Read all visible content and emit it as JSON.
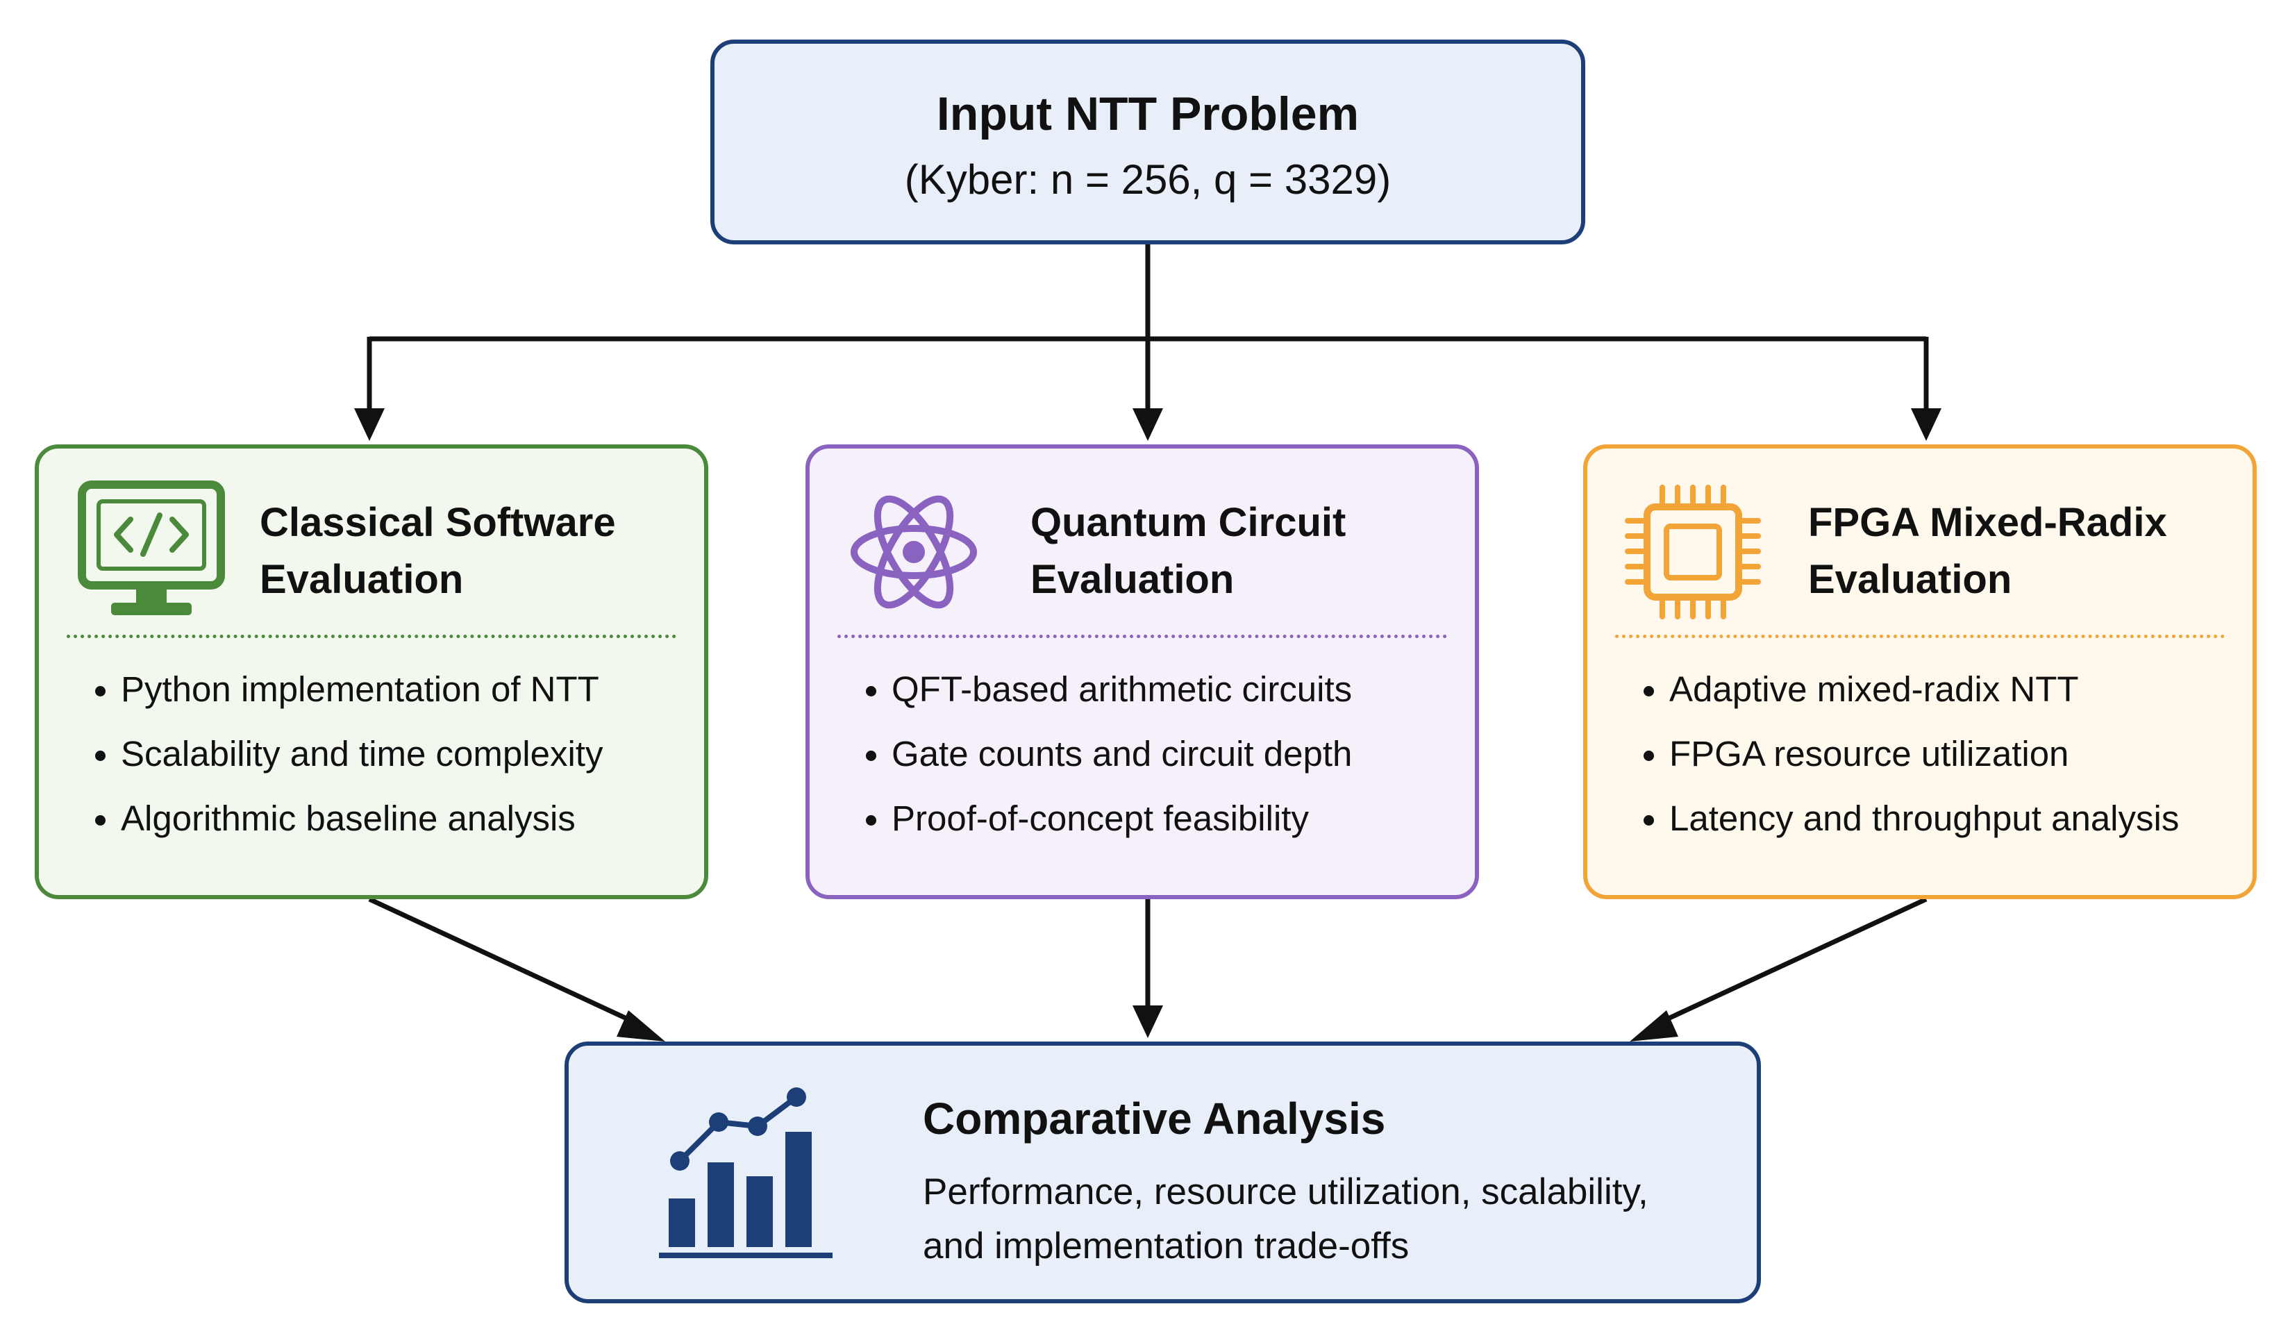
{
  "input": {
    "title": "Input NTT Problem",
    "subtitle": "(Kyber: n = 256, q = 3329)"
  },
  "cards": [
    {
      "title_lines": [
        "Classical Software",
        "Evaluation"
      ],
      "icon": "monitor-code-icon",
      "accent": "#4a8a3a",
      "items": [
        "Python implementation of NTT",
        "Scalability and time complexity",
        "Algorithmic baseline analysis"
      ]
    },
    {
      "title_lines": [
        "Quantum Circuit",
        "Evaluation"
      ],
      "icon": "atom-icon",
      "accent": "#8a62c0",
      "items": [
        "QFT-based arithmetic circuits",
        "Gate counts and circuit depth",
        "Proof-of-concept feasibility"
      ]
    },
    {
      "title_lines": [
        "FPGA Mixed-Radix",
        "Evaluation"
      ],
      "icon": "chip-icon",
      "accent": "#f2a436",
      "items": [
        "Adaptive mixed-radix NTT",
        "FPGA resource utilization",
        "Latency and throughput analysis"
      ]
    }
  ],
  "result": {
    "title": "Comparative Analysis",
    "description_lines": [
      "Performance, resource utilization, scalability,",
      "and implementation trade-offs"
    ],
    "icon": "bar-chart-trend-icon",
    "accent": "#1d3f78"
  }
}
